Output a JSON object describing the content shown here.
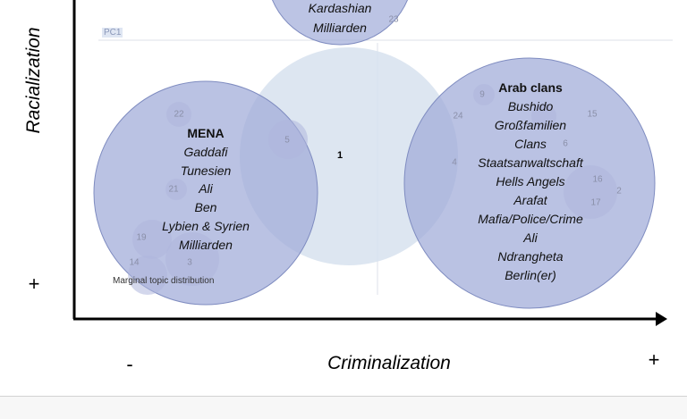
{
  "axes": {
    "y_label": "Racialization",
    "y_plus": "+",
    "x_label": "Criminalization",
    "x_minus": "-",
    "x_plus": "+",
    "pc_label": "PC1",
    "marginal_label": "Marginal topic distribution"
  },
  "clusters": {
    "top": {
      "terms": [
        "Kardashian",
        "Milliarden"
      ]
    },
    "mena": {
      "title": "MENA",
      "terms": [
        "Gaddafi",
        "Tunesien",
        "Ali",
        "Ben",
        "Lybien & Syrien",
        "Milliarden"
      ]
    },
    "arab_clans": {
      "title": "Arab clans",
      "terms": [
        "Bushido",
        "Großfamilien",
        "Clans",
        "Staatsanwaltschaft",
        "Hells Angels",
        "Arafat",
        "Mafia/Police/Crime",
        "Ali",
        "Ndrangheta",
        "Berlin(er)"
      ]
    }
  },
  "topic_numbers": [
    "23",
    "22",
    "5",
    "1",
    "21",
    "19",
    "3",
    "14",
    "9",
    "24",
    "15",
    "6",
    "4",
    "16",
    "17",
    "2"
  ],
  "colors": {
    "bubble": "#9fabd8",
    "bubble_light": "#d7e2ef",
    "stroke": "#7f8cc0"
  }
}
